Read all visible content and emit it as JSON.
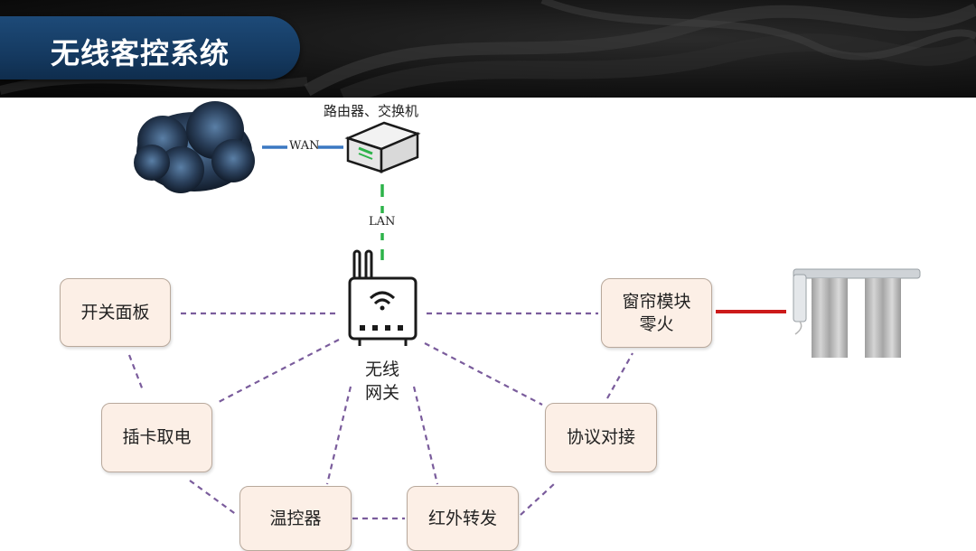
{
  "header": {
    "title": "无线客控系统"
  },
  "labels": {
    "router": "路由器、交换机",
    "wan": "WAN",
    "lan": "LAN",
    "gateway_line1": "无线",
    "gateway_line2": "网关"
  },
  "nodes": {
    "switch_panel": "开关面板",
    "card_power": "插卡取电",
    "thermostat": "温控器",
    "ir_forward": "红外转发",
    "protocol": "协议对接",
    "curtain_line1": "窗帘模块",
    "curtain_line2": "零火"
  },
  "colors": {
    "wan_link": "#3b78c2",
    "lan_link": "#2db34a",
    "curtain_link": "#cc1a1a",
    "dotted_link": "#7a5c9c",
    "node_fill": "#fcefe6"
  }
}
